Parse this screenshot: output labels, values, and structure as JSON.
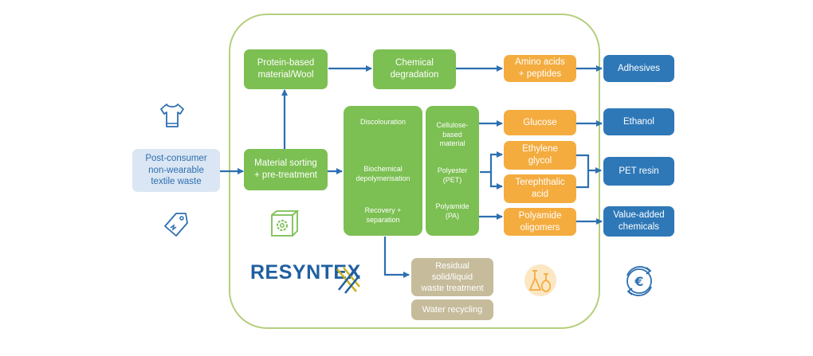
{
  "diagram": {
    "input": "Post-consumer\nnon-wearable\ntextile waste",
    "sorting": "Material sorting\n+ pre-treatment",
    "protein": "Protein-based\nmaterial/Wool",
    "chem_degradation": "Chemical\ndegradation",
    "process_column": {
      "discolouration": "Discolouration",
      "biochemical": "Biochemical\ndepolymerisation",
      "recovery": "Recovery +\nseparation"
    },
    "materials_column": {
      "cellulose": "Cellulose-\nbased\nmaterial",
      "polyester": "Polyester\n(PET)",
      "polyamide": "Polyamide\n(PA)"
    },
    "intermediates": {
      "amino": "Amino acids\n+ peptides",
      "glucose": "Glucose",
      "ethylene": "Ethylene\nglycol",
      "terephthalic": "Terephthalic\nacid",
      "oligomers": "Polyamide\noligomers"
    },
    "products": {
      "adhesives": "Adhesives",
      "ethanol": "Ethanol",
      "pet_resin": "PET resin",
      "value_added": "Value-added\nchemicals"
    },
    "residual": "Residual\nsolid/liquid\nwaste treatment",
    "water": "Water recycling",
    "logo": "RESYNTEX"
  },
  "colors": {
    "green": "#7cbf52",
    "orange": "#f4ac3f",
    "blue": "#2e78b8",
    "tan": "#c6bc9b",
    "arrow": "#2e6fb0",
    "frame": "#b5cf7f"
  },
  "icons": [
    "t-shirt-icon",
    "price-tag-icon",
    "gear-box-icon",
    "lab-flasks-icon",
    "euro-cycle-icon",
    "logo-mesh-icon"
  ]
}
